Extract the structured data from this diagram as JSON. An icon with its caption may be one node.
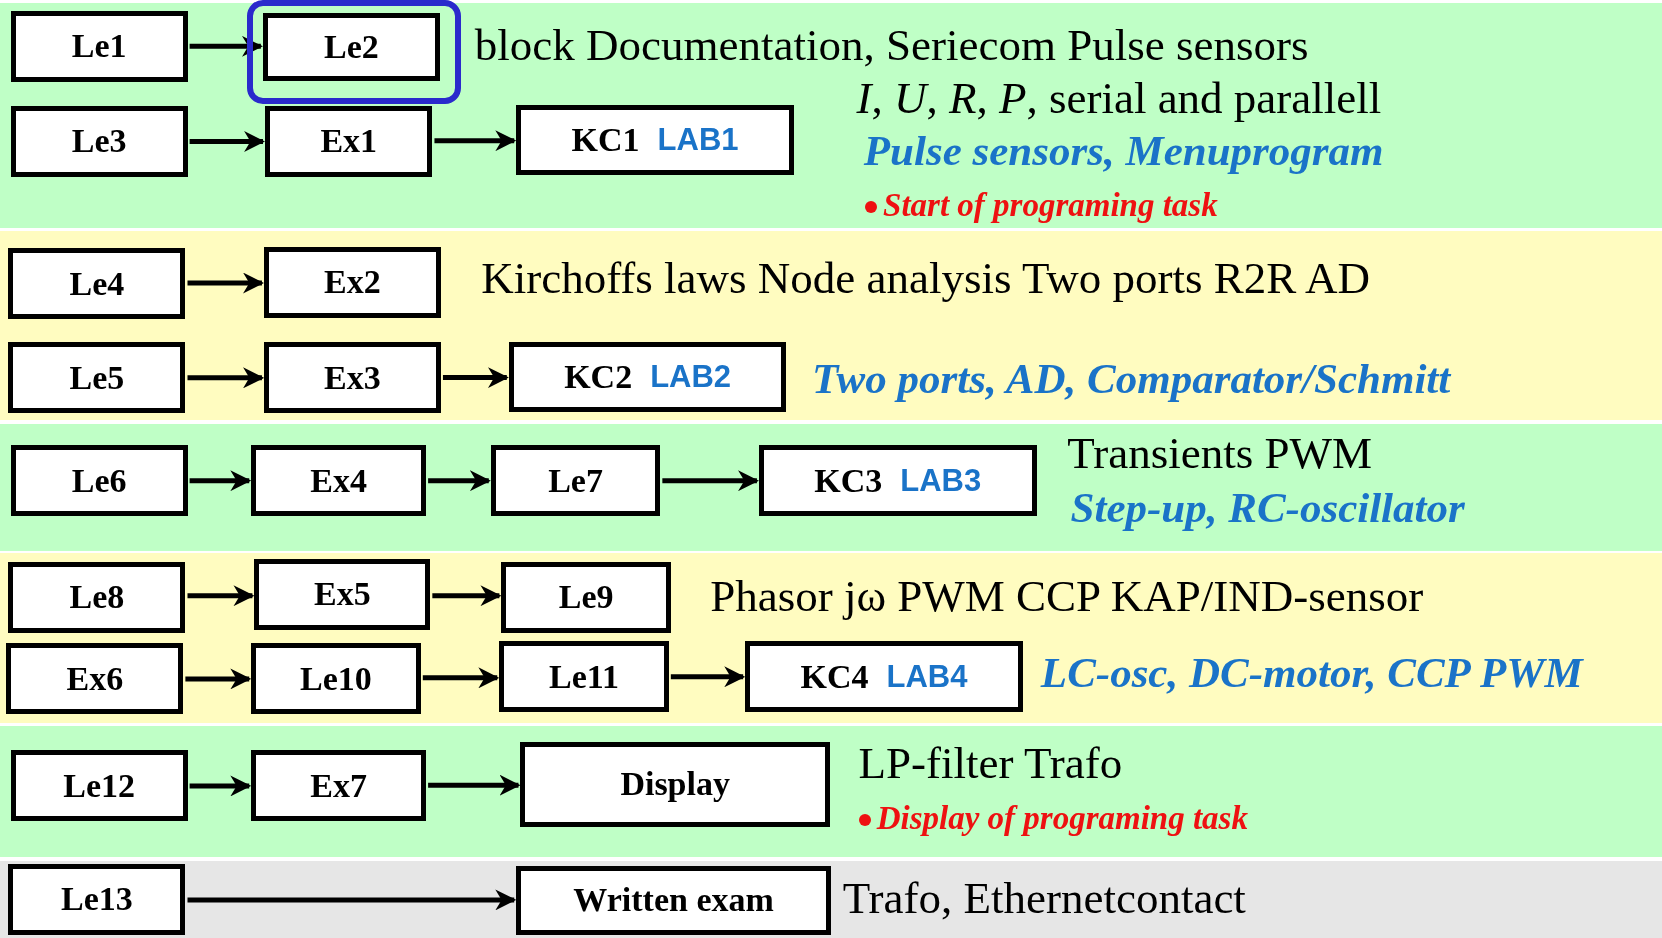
{
  "diagram": {
    "nodes": [
      {
        "text": [
          "block Documentation, Seriecom Pulse sensors",
          "*I*, *U*, *R*, *P*, serial and parallell",
          "Pulse sensors, Menuprogram",
          "Start of programing task"
        ]
      },
      {
        "text": [
          "Le1"
        ],
        "in": 0
      },
      {
        "text": [
          "Le2"
        ],
        "in": 0
      },
      {
        "text": [
          "Le3"
        ],
        "in": 0
      },
      {
        "text": [
          "Ex1"
        ],
        "in": 0
      },
      {
        "text": [
          "KC1",
          "LAB1"
        ],
        "in": 0
      },
      {
        "text": [
          "Kirchoffs laws Node analysis Two ports R2R AD",
          "Two ports, AD, Comparator/Schmitt"
        ]
      },
      {
        "text": [
          "Le4"
        ],
        "in": 6
      },
      {
        "text": [
          "Ex2"
        ],
        "in": 6
      },
      {
        "text": [
          "Le5"
        ],
        "in": 6
      },
      {
        "text": [
          "Ex3"
        ],
        "in": 6
      },
      {
        "text": [
          "KC2",
          "LAB2"
        ],
        "in": 6
      },
      {
        "text": [
          "Transients PWM",
          "Step-up, RC-oscillator"
        ]
      },
      {
        "text": [
          "Le6"
        ],
        "in": 12
      },
      {
        "text": [
          "Ex4"
        ],
        "in": 12
      },
      {
        "text": [
          "Le7"
        ],
        "in": 12
      },
      {
        "text": [
          "KC3",
          "LAB3"
        ],
        "in": 12
      },
      {
        "text": [
          "Phasor  jω PWM CCP KAP/IND-sensor",
          "LC-osc, DC-motor, CCP PWM"
        ]
      },
      {
        "text": [
          "Le8"
        ],
        "in": 17
      },
      {
        "text": [
          "Ex5"
        ],
        "in": 17
      },
      {
        "text": [
          "Le9"
        ],
        "in": 17
      },
      {
        "text": [
          "Ex6"
        ],
        "in": 17
      },
      {
        "text": [
          "Le10"
        ],
        "in": 17
      },
      {
        "text": [
          "Le11"
        ],
        "in": 17
      },
      {
        "text": [
          "KC4",
          "LAB4"
        ],
        "in": 17
      },
      {
        "text": [
          "LP-filter Trafo",
          "Display of programing task"
        ]
      },
      {
        "text": [
          "Le12"
        ],
        "in": 25
      },
      {
        "text": [
          "Ex7"
        ],
        "in": 25
      },
      {
        "text": [
          "Display"
        ],
        "in": 25
      },
      {
        "text": [
          "Trafo, Ethernetcontact"
        ]
      },
      {
        "text": [
          "Le13"
        ],
        "in": 29
      },
      {
        "text": [
          "Written exam"
        ],
        "in": 29
      }
    ],
    "edges": [
      {
        "from": 1,
        "to": 2,
        "arrow": "to"
      },
      {
        "from": 3,
        "to": 4,
        "arrow": "to"
      },
      {
        "from": 4,
        "to": 5,
        "arrow": "to"
      },
      {
        "from": 7,
        "to": 8,
        "arrow": "to"
      },
      {
        "from": 9,
        "to": 10,
        "arrow": "to"
      },
      {
        "from": 10,
        "to": 11,
        "arrow": "to"
      },
      {
        "from": 13,
        "to": 14,
        "arrow": "to"
      },
      {
        "from": 14,
        "to": 15,
        "arrow": "to"
      },
      {
        "from": 15,
        "to": 16,
        "arrow": "to"
      },
      {
        "from": 18,
        "to": 19,
        "arrow": "to"
      },
      {
        "from": 19,
        "to": 20,
        "arrow": "to"
      },
      {
        "from": 21,
        "to": 22,
        "arrow": "to"
      },
      {
        "from": 22,
        "to": 23,
        "arrow": "to"
      },
      {
        "from": 23,
        "to": 24,
        "arrow": "to"
      },
      {
        "from": 26,
        "to": 27,
        "arrow": "to"
      },
      {
        "from": 27,
        "to": 28,
        "arrow": "to"
      },
      {
        "from": 30,
        "to": 31,
        "arrow": "to"
      }
    ]
  }
}
